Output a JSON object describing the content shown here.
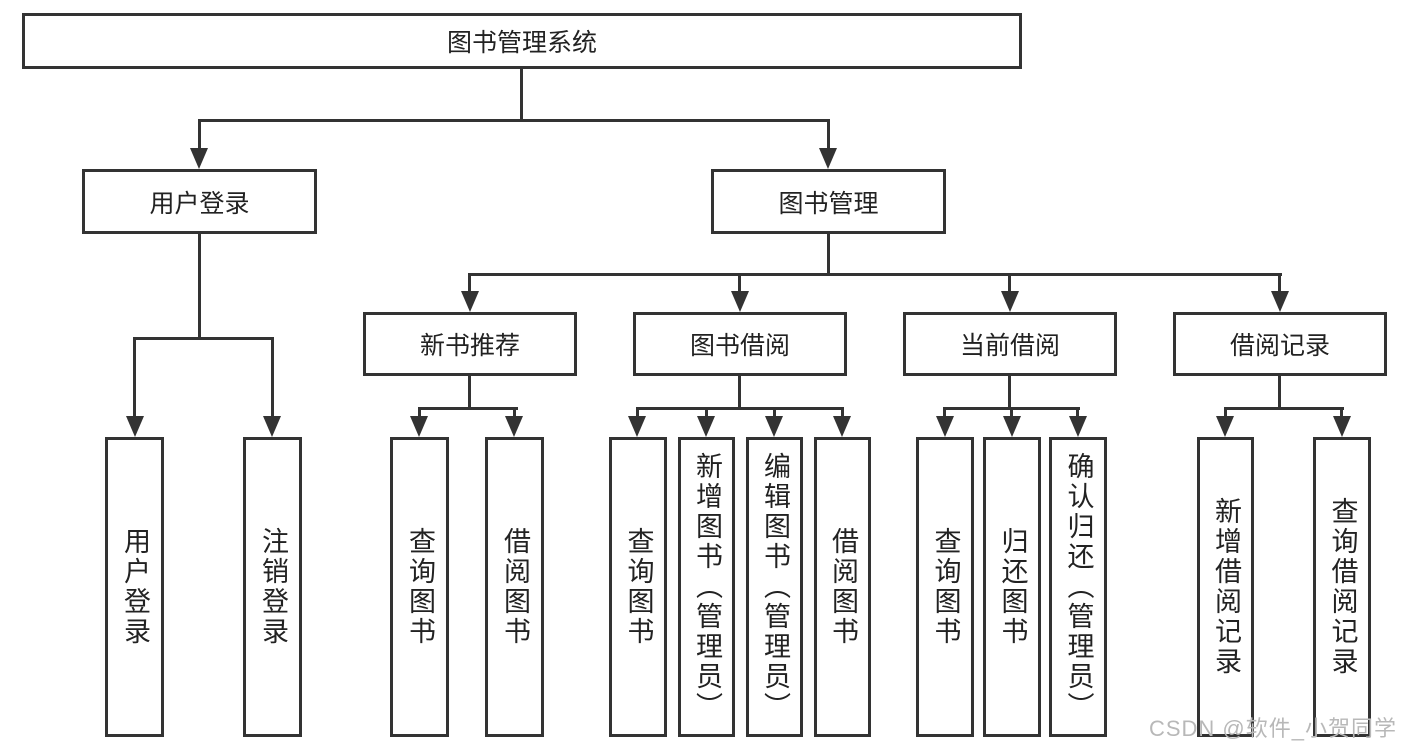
{
  "diagram": {
    "root": {
      "label": "图书管理系统"
    },
    "level2": [
      {
        "label": "用户登录"
      },
      {
        "label": "图书管理"
      }
    ],
    "level3": [
      {
        "label": "新书推荐"
      },
      {
        "label": "图书借阅"
      },
      {
        "label": "当前借阅"
      },
      {
        "label": "借阅记录"
      }
    ],
    "leaves": [
      {
        "label": "用户登录"
      },
      {
        "label": "注销登录"
      },
      {
        "label": "查询图书"
      },
      {
        "label": "借阅图书"
      },
      {
        "label": "查询图书"
      },
      {
        "label": "新增图书（管理员）"
      },
      {
        "label": "编辑图书（管理员）"
      },
      {
        "label": "借阅图书"
      },
      {
        "label": "查询图书"
      },
      {
        "label": "归还图书"
      },
      {
        "label": "确认归还（管理员）"
      },
      {
        "label": "新增借阅记录"
      },
      {
        "label": "查询借阅记录"
      }
    ]
  },
  "watermark": "CSDN @软件_小贺同学",
  "colors": {
    "line": "#333333",
    "text": "#222222",
    "watermark": "#b8b8b8",
    "background": "#ffffff"
  }
}
